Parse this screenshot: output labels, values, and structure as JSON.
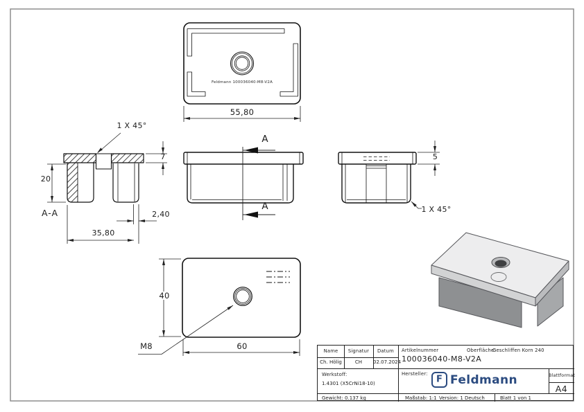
{
  "colors": {
    "brand_navy": "#2B4B80",
    "line_black": "#1a1a1a",
    "frame_gray": "#8d8d8d"
  },
  "views": {
    "top": {
      "face_text": "Feldmann 100036040-M8-V2A",
      "dim_width": "55,80"
    },
    "section": {
      "label": "A-A",
      "chamfer": "1 X 45°",
      "dim_flange": "7",
      "dim_height": "20",
      "dim_wall": "2,40",
      "dim_width": "35,80"
    },
    "front": {
      "cut_top": "A",
      "cut_bottom": "A"
    },
    "side": {
      "dim_flange": "5",
      "chamfer": "1 X 45°"
    },
    "bottom": {
      "dim_height": "40",
      "dim_width": "60",
      "thread": "M8"
    }
  },
  "title_block": {
    "name_label": "Name",
    "signatur_label": "Signatur",
    "datum_label": "Datum",
    "name_value": "Ch. Hölig",
    "signatur_value": "CH",
    "datum_value": "02.07.2024",
    "artikelnummer_label": "Artikelnummer",
    "artikelnummer_value": "100036040-M8-V2A",
    "oberflaeche_label": "Oberfläche:",
    "oberflaeche_value": "Geschliffen Korn 240",
    "werkstoff_label": "Werkstoff:",
    "werkstoff_value": "1.4301 (X5CrNi18-10)",
    "hersteller_label": "Hersteller:",
    "logo_letter": "F",
    "logo_text": "Feldmann",
    "blattformat_label": "Blattformat",
    "blattformat_value": "A4",
    "gewicht": "Gewicht: 0.137 kg",
    "massstab": "Maßstab: 1:1",
    "version": "Version: 1",
    "sprache": "Deutsch",
    "blatt": "Blatt 1 von 1"
  }
}
